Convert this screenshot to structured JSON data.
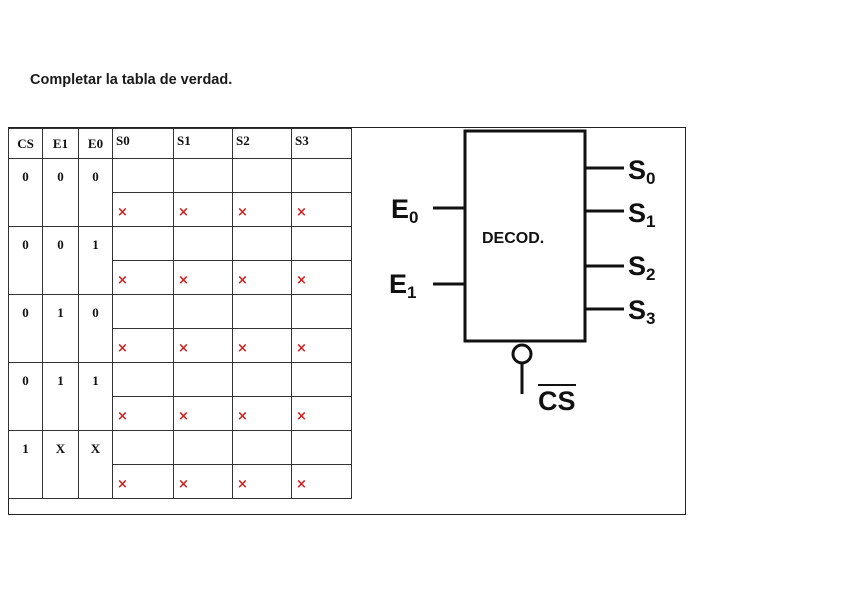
{
  "title": "Completar la tabla de verdad.",
  "table": {
    "headers": [
      "CS",
      "E1",
      "E0",
      "S0",
      "S1",
      "S2",
      "S3"
    ],
    "rows": [
      {
        "cs": "0",
        "e1": "0",
        "e0": "0"
      },
      {
        "cs": "0",
        "e1": "0",
        "e0": "1"
      },
      {
        "cs": "0",
        "e1": "1",
        "e0": "0"
      },
      {
        "cs": "0",
        "e1": "1",
        "e0": "1"
      },
      {
        "cs": "1",
        "e1": "X",
        "e0": "X"
      }
    ],
    "mark": "×",
    "mark_color": "#d22020"
  },
  "diagram": {
    "block_label": "DECOD.",
    "inputs": [
      {
        "name": "E",
        "sub": "0"
      },
      {
        "name": "E",
        "sub": "1"
      }
    ],
    "outputs": [
      {
        "name": "S",
        "sub": "0"
      },
      {
        "name": "S",
        "sub": "1"
      },
      {
        "name": "S",
        "sub": "2"
      },
      {
        "name": "S",
        "sub": "3"
      }
    ],
    "enable_label": "CS"
  }
}
